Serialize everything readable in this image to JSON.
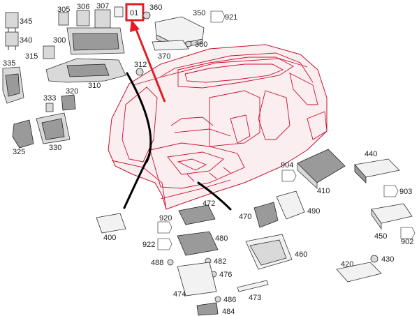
{
  "colors": {
    "highlight": "#e31b23",
    "body_outline": "#c8102e",
    "part_fill": "#d9d9d9",
    "label_text": "#222222"
  },
  "highlight_label": "01",
  "labels": {
    "l305": "305",
    "l306": "306",
    "l307": "307",
    "l360": "360",
    "l350": "350",
    "l921": "921",
    "l345": "345",
    "l340": "340",
    "l300": "300",
    "l370": "370",
    "l380": "380",
    "l315": "315",
    "l335": "335",
    "l312": "312",
    "l310": "310",
    "l333": "333",
    "l320": "320",
    "l325": "325",
    "l330": "330",
    "l440": "440",
    "l904": "904",
    "l410": "410",
    "l903": "903",
    "l472": "472",
    "l490": "490",
    "l920": "920",
    "l470": "470",
    "l400": "400",
    "l450": "450",
    "l902": "902",
    "l922": "922",
    "l480": "480",
    "l460": "460",
    "l488": "488",
    "l482": "482",
    "l420": "420",
    "l430": "430",
    "l476": "476",
    "l474": "474",
    "l473": "473",
    "l486": "486",
    "l484": "484"
  }
}
